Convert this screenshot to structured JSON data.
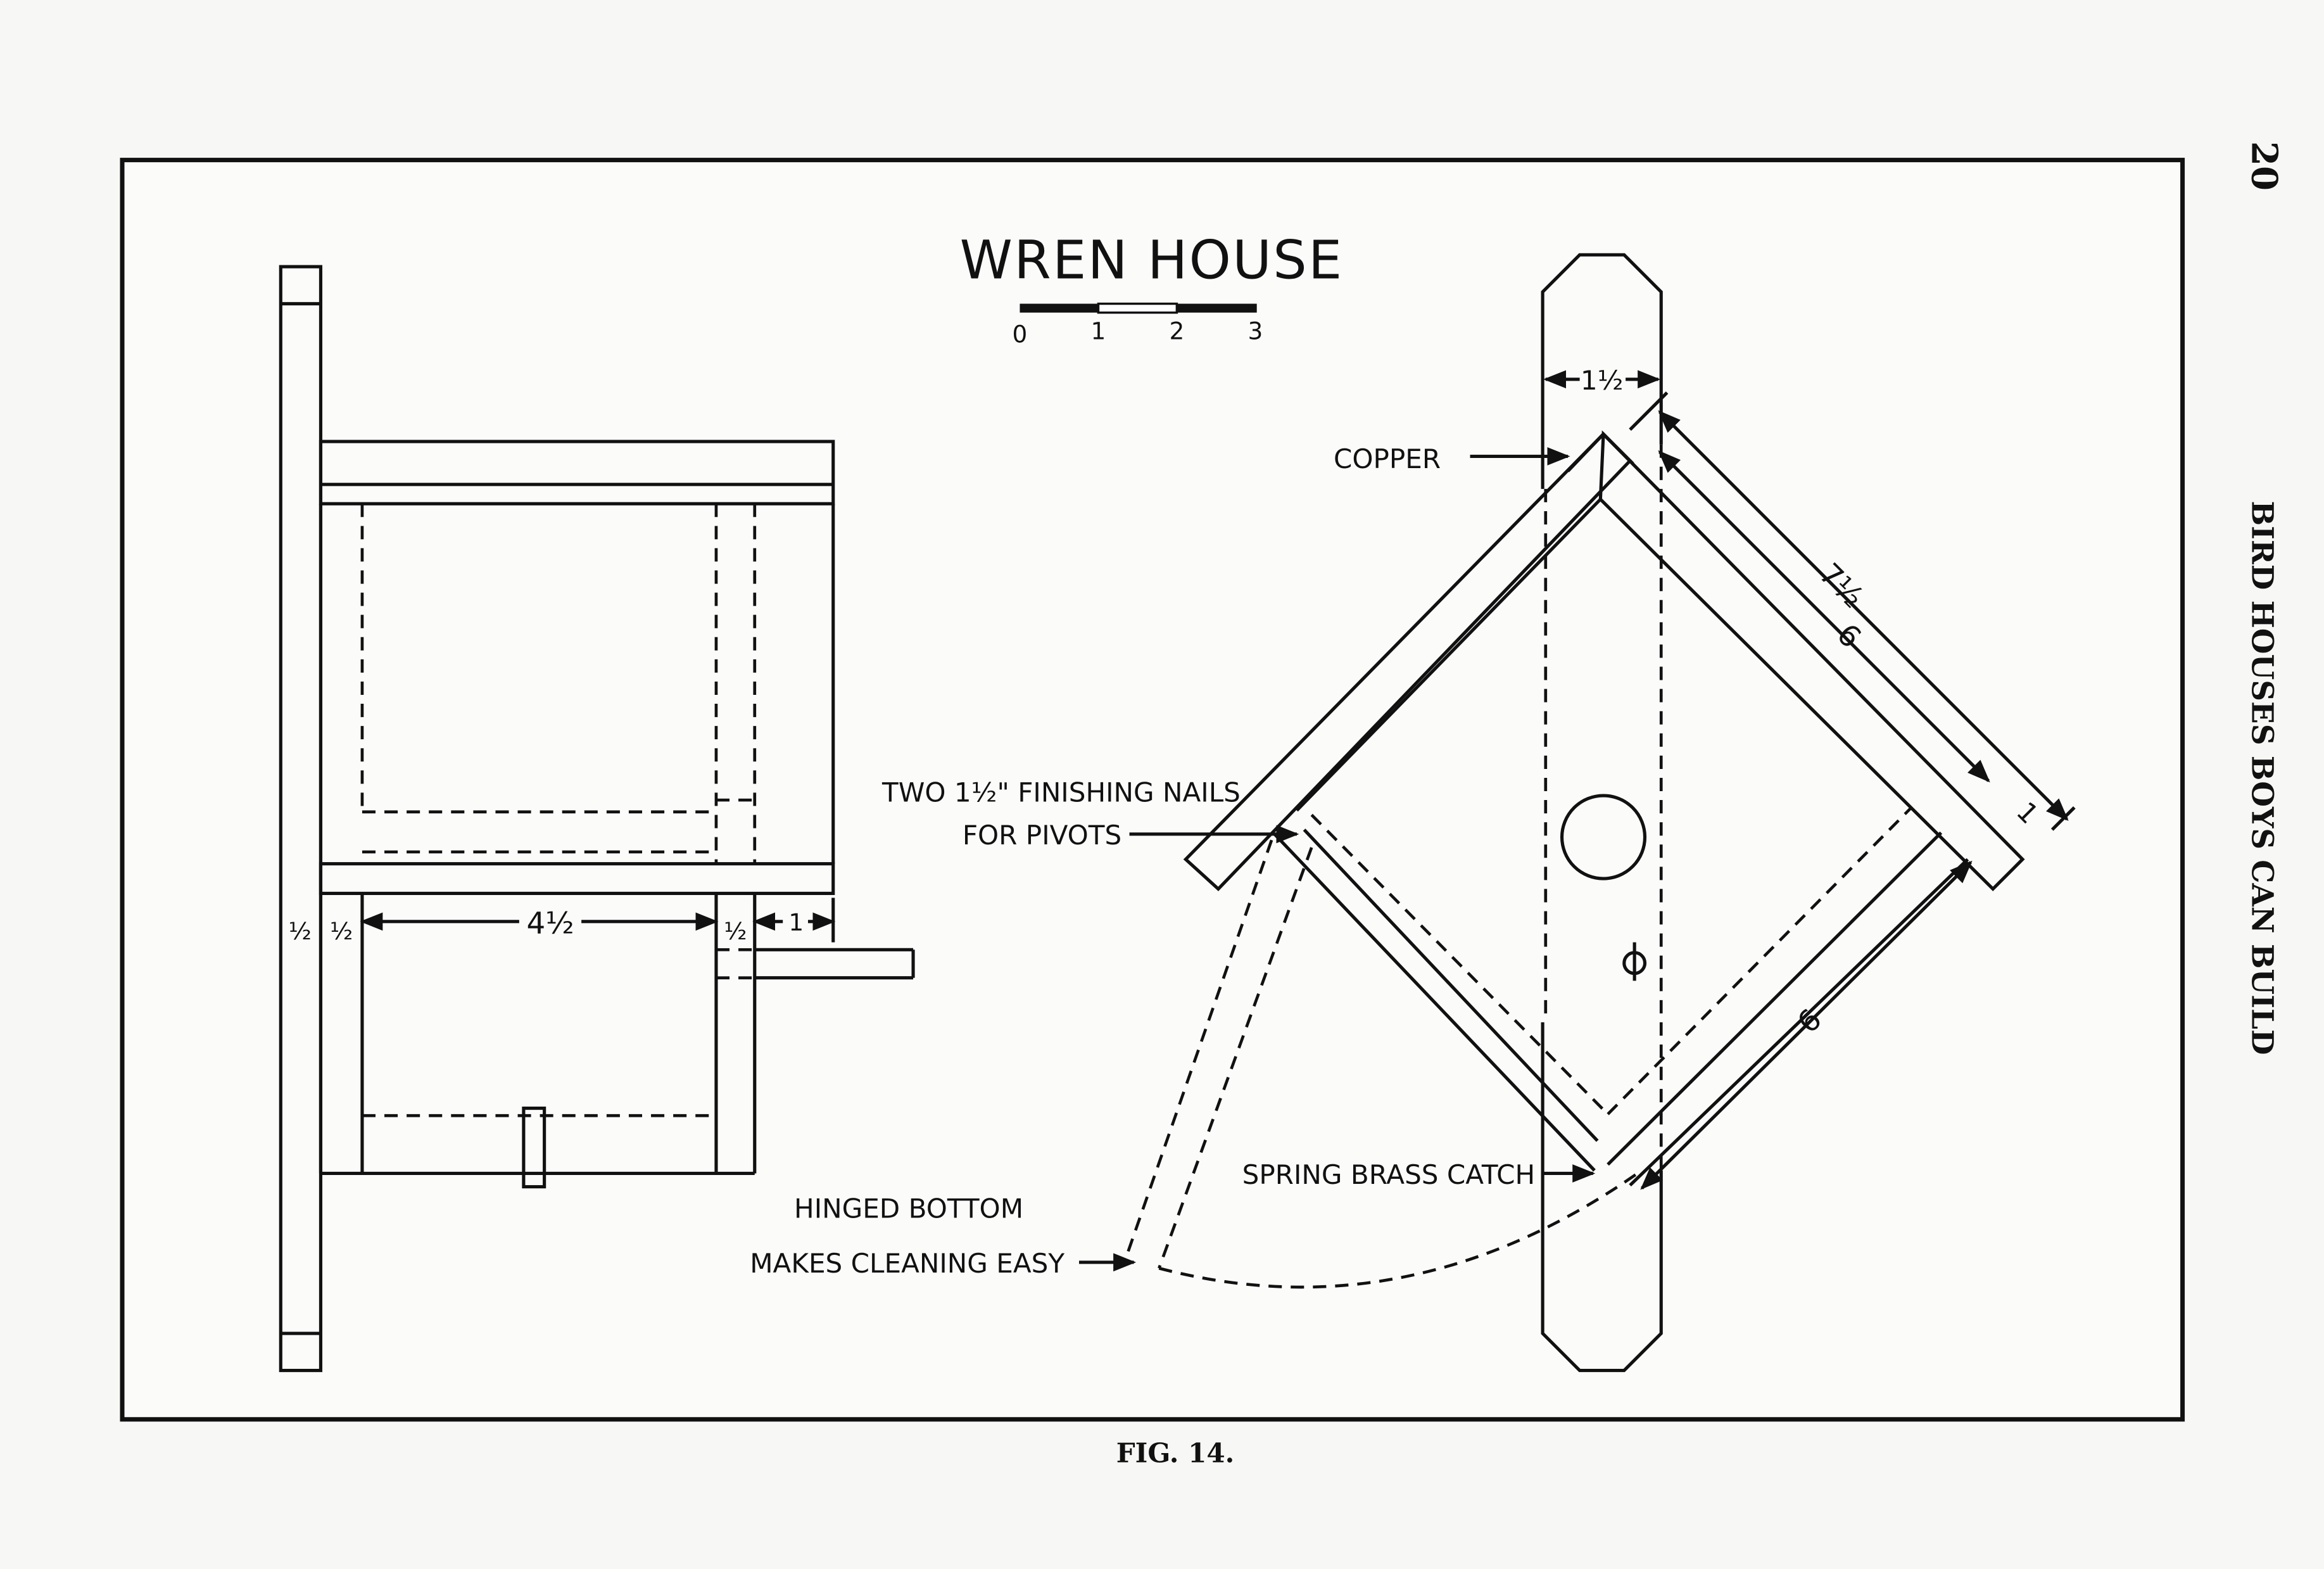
{
  "page": {
    "number": "20",
    "running_header": "BIRD HOUSES BOYS CAN BUILD",
    "caption": "FIG. 14."
  },
  "drawing": {
    "title": "WREN HOUSE",
    "scale_labels": [
      "0",
      "1",
      "2",
      "3"
    ],
    "side_view_dimensions": [
      "½",
      "½",
      "4½",
      "½",
      "1"
    ],
    "front_view_dimensions": {
      "post_width": "1½",
      "roof_length": "7½",
      "roof_inner": "6",
      "roof_thickness": "1",
      "side_length": "6"
    },
    "labels": {
      "copper": "COPPER",
      "nails_line1": "TWO 1½\" FINISHING NAILS",
      "nails_line2": "FOR PIVOTS",
      "catch": "SPRING BRASS CATCH",
      "hinged_line1": "HINGED BOTTOM",
      "hinged_line2": "MAKES CLEANING EASY"
    }
  }
}
